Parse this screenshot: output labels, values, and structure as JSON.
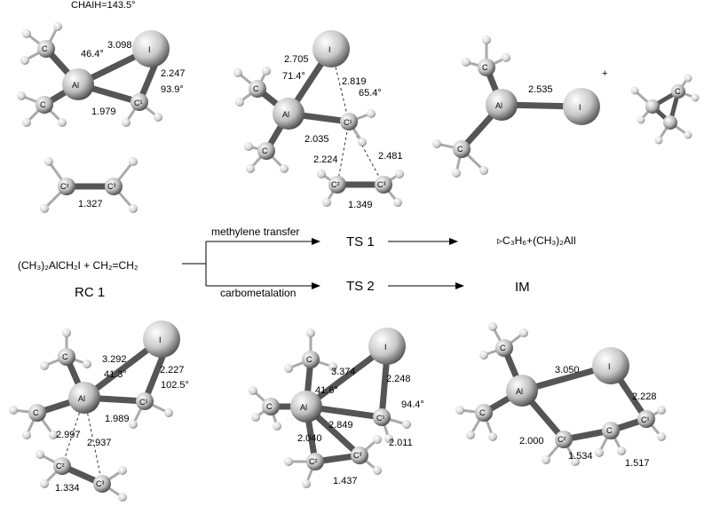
{
  "header_label": "CHAIH=143.5°",
  "scheme": {
    "reactants": "(CH₃)₂AlCH₂I + CH₂=CH₂",
    "rc_label": "RC 1",
    "path_top_label": "methylene transfer",
    "path_bottom_label": "carbometalation",
    "ts1": "TS 1",
    "ts2": "TS 2",
    "product_top": "▹C₃H₆+(CH₃)₂AlI",
    "product_bottom": "IM"
  },
  "structures": {
    "s1": {
      "angles": [
        "46.4°",
        "93.9°"
      ],
      "distances": [
        "3.098",
        "2.247",
        "1.979",
        "1.327"
      ]
    },
    "s2": {
      "angles": [
        "71.4°",
        "65.4°"
      ],
      "distances": [
        "2.705",
        "2.819",
        "2.035",
        "2.224",
        "2.481",
        "1.349"
      ]
    },
    "s3": {
      "distances": [
        "2.535"
      ],
      "plus": "+"
    },
    "s4": {
      "angles": [
        "41.3°",
        "102.5°"
      ],
      "distances": [
        "3.292",
        "2.227",
        "1.989",
        "2.997",
        "2.937",
        "1.334"
      ]
    },
    "s5": {
      "angles": [
        "41.6°",
        "94.4°"
      ],
      "distances": [
        "3.374",
        "2.248",
        "2.849",
        "2.040",
        "2.011",
        "1.437"
      ]
    },
    "s6": {
      "distances": [
        "3.050",
        "2.228",
        "2.000",
        "1.534",
        "1.517"
      ]
    }
  },
  "atom_labels": {
    "carbon": "C",
    "c1": "C¹",
    "c2": "C²",
    "c3": "C³",
    "aluminum": "Al",
    "iodine": "I"
  }
}
